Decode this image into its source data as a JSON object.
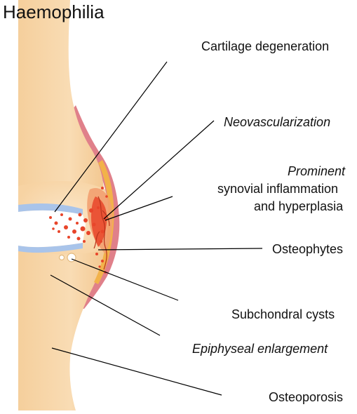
{
  "title": "Haemophilia",
  "labels": {
    "cartilage": "Cartilage degeneration",
    "neovascularization": "Neovascularization",
    "prominent": "Prominent",
    "synovial_line1": "synovial inflammation",
    "synovial_line2": "and hyperplasia",
    "osteophytes": "Osteophytes",
    "cysts": "Subchondral cysts",
    "epiphyseal": "Epiphyseal enlargement",
    "osteoporosis": "Osteoporosis"
  },
  "colors": {
    "bone": "#f7d3a3",
    "bone_dark": "#efbe82",
    "cartilage": "#a9c4ea",
    "synovium": "#e0808a",
    "synovium_dark": "#c9566a",
    "blood": "#e8452a",
    "blood_light": "#f2a070",
    "osteophyte": "#f2b24a",
    "line": "#000000"
  }
}
